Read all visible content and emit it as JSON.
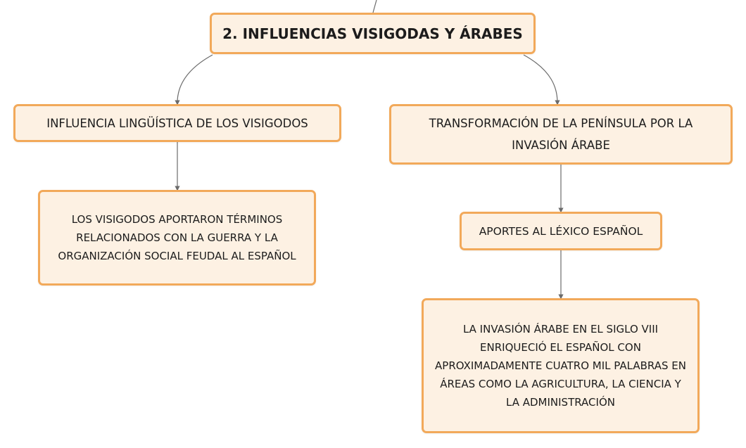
{
  "diagram": {
    "root": {
      "label": "2. INFLUENCIAS VISIGODAS Y ÁRABES"
    },
    "branches": [
      {
        "label": "INFLUENCIA LINGÜÍSTICA DE LOS VISIGODOS",
        "children": [
          {
            "label": "LOS VISIGODOS APORTARON TÉRMINOS RELACIONADOS CON LA GUERRA Y LA ORGANIZACIÓN SOCIAL FEUDAL AL ESPAÑOL"
          }
        ]
      },
      {
        "label": "TRANSFORMACIÓN DE LA PENÍNSULA POR LA INVASIÓN ÁRABE",
        "children": [
          {
            "label": "APORTES AL LÉXICO ESPAÑOL",
            "children": [
              {
                "label": "LA INVASIÓN ÁRABE EN EL SIGLO VIII ENRIQUECIÓ EL ESPAÑOL CON APROXIMADAMENTE CUATRO MIL PALABRAS EN ÁREAS COMO LA AGRICULTURA, LA CIENCIA Y LA ADMINISTRACIÓN"
              }
            ]
          }
        ]
      }
    ]
  },
  "colors": {
    "node_fill": "#fdf1e3",
    "node_border": "#f2a95a",
    "connector": "#6b6b6b",
    "text": "#1c1c1c"
  }
}
